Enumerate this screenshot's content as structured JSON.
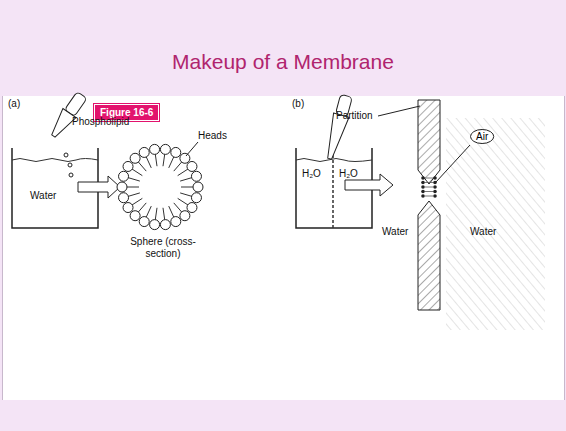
{
  "diagram": {
    "title": "Makeup of a Membrane",
    "nodes": [
      {
        "text": [
          "Figure 16-6"
        ]
      },
      {
        "text": [
          "Air"
        ]
      }
    ],
    "labels": [
      "(a)",
      "Phospholipid",
      "Heads",
      "Water",
      "Sphere (cross-section)",
      "(b)",
      "Partition",
      "H₂O",
      "H₂O",
      "Water",
      "Water"
    ]
  }
}
